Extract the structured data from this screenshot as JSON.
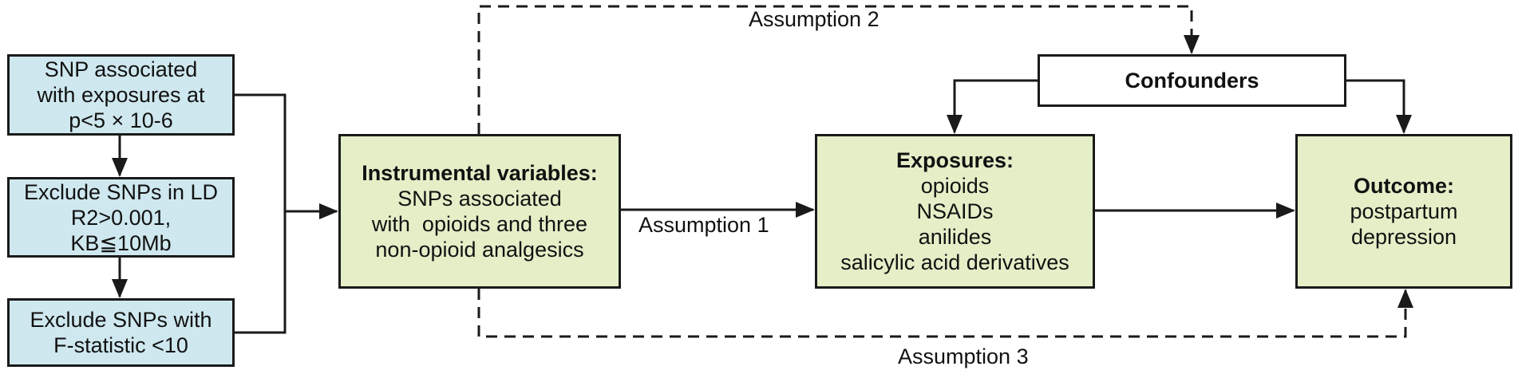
{
  "boxes": {
    "snp": {
      "lines": [
        "SNP associated",
        "with exposures at",
        "p<5 × 10-6"
      ]
    },
    "ld": {
      "lines": [
        "Exclude SNPs in LD",
        "R2>0.001,",
        "KB≦10Mb"
      ]
    },
    "fstat": {
      "lines": [
        "Exclude SNPs with",
        "F-statistic <10"
      ]
    },
    "iv": {
      "title": "Instrumental variables:",
      "lines": [
        "SNPs associated",
        "with  opioids and three",
        "non-opioid analgesics"
      ]
    },
    "exposures": {
      "title": "Exposures:",
      "lines": [
        "opioids",
        "NSAIDs",
        "anilides",
        "salicylic acid derivatives"
      ]
    },
    "outcome": {
      "title": "Outcome:",
      "lines": [
        "postpartum",
        "depression"
      ]
    },
    "confounders": {
      "title": "Confounders"
    }
  },
  "labels": {
    "assumption1": "Assumption 1",
    "assumption2": "Assumption 2",
    "assumption3": "Assumption 3"
  },
  "colors": {
    "blue_fill": "#cfe8ef",
    "green_fill": "#e4efc8",
    "stroke": "#1a1a1a"
  }
}
